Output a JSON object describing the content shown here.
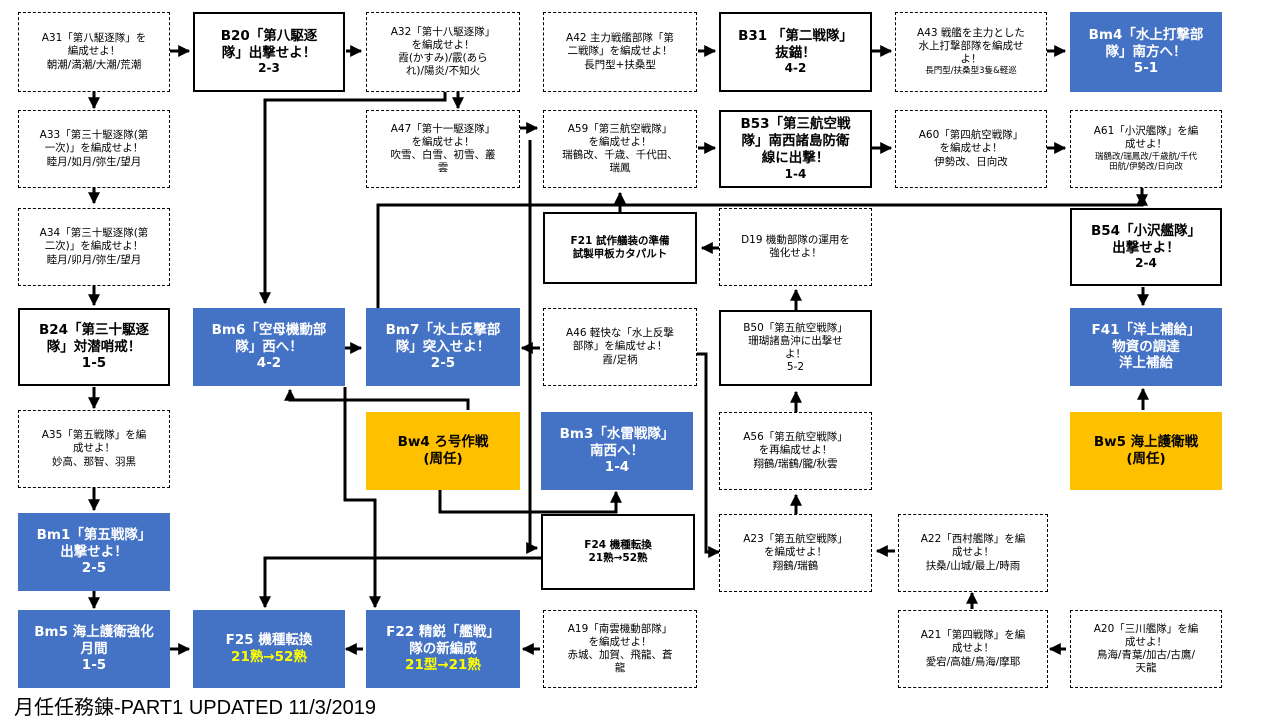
{
  "footer": "月任任務錬-PART1 UPDATED 11/3/2019",
  "colors": {
    "blue": "#4472c4",
    "gold": "#ffc000",
    "highlight": "#ffff00",
    "arrow": "#000000"
  },
  "nodes": {
    "a31": [
      "A31「第八駆逐隊」を",
      "編成せよ！",
      "朝潮/満潮/大潮/荒潮"
    ],
    "b20": [
      "B20「第八駆逐",
      "隊」出撃せよ！",
      "2-3"
    ],
    "a32": [
      "A32「第十八駆逐隊」",
      "を編成せよ！",
      "霞(かすみ)/霰(あら",
      "れ)/陽炎/不知火"
    ],
    "a42": [
      "A42 主力戦艦部隊「第",
      "二戦隊」を編成せよ！",
      "長門型+扶桑型"
    ],
    "b31": [
      "B31 「第二戦隊」",
      "抜錨！",
      "4-2"
    ],
    "a43": [
      "A43 戦艦を主力とした",
      "水上打撃部隊を編成せ",
      "よ！",
      "長門型/扶桑型3隻&軽巡"
    ],
    "bm4": [
      "Bm4「水上打撃部",
      "隊」南方へ！",
      "5-1"
    ],
    "a33": [
      "A33「第三十駆逐隊(第",
      "一次)」を編成せよ！",
      "睦月/如月/弥生/望月"
    ],
    "a47": [
      "A47「第十一駆逐隊」",
      "を編成せよ！",
      "吹雪、白雪、初雪、叢",
      "雲"
    ],
    "a59": [
      "A59「第三航空戦隊」",
      "を編成せよ！",
      "瑞鶴改、千歳、千代田、",
      "瑞鳳"
    ],
    "b53": [
      "B53「第三航空戦",
      "隊」南西諸島防衛",
      "線に出撃！",
      "1-4"
    ],
    "a60": [
      "A60「第四航空戦隊」",
      "を編成せよ！",
      "伊勢改、日向改"
    ],
    "a61": [
      "A61「小沢艦隊」を編",
      "成せよ！",
      "瑞鶴改/瑞鳳改/千歳航/千代",
      "田航/伊勢改/日向改"
    ],
    "a34": [
      "A34「第三十駆逐隊(第",
      "二次)」を編成せよ！",
      "睦月/卯月/弥生/望月"
    ],
    "f21": [
      "F21 試作艤装の準備",
      "試製甲板カタパルト"
    ],
    "d19": [
      "D19 機動部隊の運用を",
      "強化せよ！"
    ],
    "b54": [
      "B54「小沢艦隊」",
      "出撃せよ！",
      "2-4"
    ],
    "b24": [
      "B24「第三十駆逐",
      "隊」対潜哨戒！",
      "1-5"
    ],
    "bm6": [
      "Bm6「空母機動部",
      "隊」西へ！",
      "4-2"
    ],
    "bm7": [
      "Bm7「水上反撃部",
      "隊」突入せよ！",
      "2-5"
    ],
    "a46": [
      "A46 軽快な「水上反撃",
      "部隊」を編成せよ！",
      "霞/足柄"
    ],
    "b50": [
      "B50「第五航空戦隊」",
      "珊瑚諸島沖に出撃せ",
      "よ！",
      "5-2"
    ],
    "f41": [
      "F41「洋上補給」",
      "物資の調達",
      "洋上補給"
    ],
    "a35": [
      "A35「第五戦隊」を編",
      "成せよ！",
      "妙高、那智、羽黒"
    ],
    "bw4": [
      "Bw4 ろ号作戦",
      "(周任)"
    ],
    "bm3": [
      "Bm3「水雷戦隊」",
      "南西へ！",
      "1-4"
    ],
    "a56": [
      "A56「第五航空戦隊」",
      "を再編成せよ！",
      "翔鶴/瑞鶴/朧/秋雲"
    ],
    "bw5": [
      "Bw5 海上護衛戦",
      "(周任)"
    ],
    "bm1": [
      "Bm1「第五戦隊」",
      "出撃せよ！",
      "2-5"
    ],
    "f24": [
      "F24 機種転換",
      "21熟→52熟"
    ],
    "a23": [
      "A23「第五航空戦隊」",
      "を編成せよ！",
      "翔鶴/瑞鶴"
    ],
    "a22": [
      "A22「西村艦隊」を編",
      "成せよ！",
      "扶桑/山城/最上/時雨"
    ],
    "bm5": [
      "Bm5 海上護衛強化",
      "月間",
      "1-5"
    ],
    "f25": [
      "F25 機種転換",
      "21熟→52熟"
    ],
    "f22": [
      "F22 精鋭「艦戦」",
      "隊の新編成",
      "21型→21熟"
    ],
    "a19": [
      "A19「南雲機動部隊」",
      "を編成せよ！",
      "赤城、加賀、飛龍、蒼",
      "龍"
    ],
    "a21": [
      "A21「第四戦隊」を編",
      "成せよ！",
      "愛宕/高雄/鳥海/摩耶"
    ],
    "a20": [
      "A20「三川艦隊」を編",
      "成せよ！",
      "鳥海/青葉/加古/古鷹/",
      "天龍"
    ]
  }
}
